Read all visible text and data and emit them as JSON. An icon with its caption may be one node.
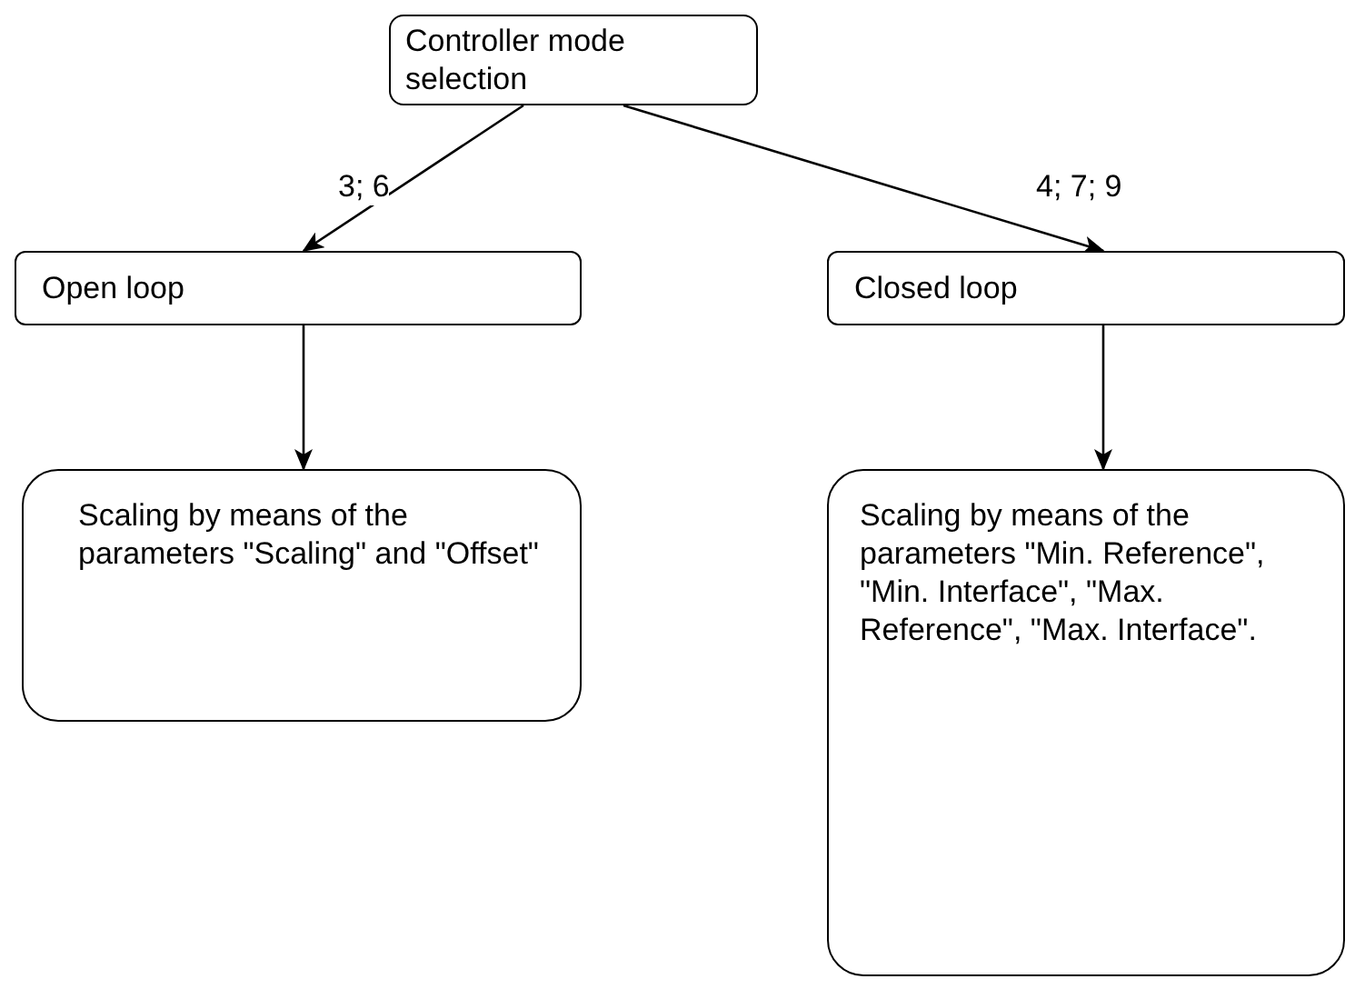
{
  "diagram": {
    "nodes": [
      {
        "text": [
          "Controller mode selection"
        ]
      },
      {
        "text": [
          "Open loop"
        ]
      },
      {
        "text": [
          "Closed loop"
        ]
      },
      {
        "text": [
          "Scaling by means of the parameters \"Scaling\" and \"Offset\""
        ]
      },
      {
        "text": [
          "Scaling by means of the parameters \"Min. Reference\", \"Min. Interface\", \"Max. Reference\", \"Max. Interface\"."
        ]
      }
    ],
    "edges": [
      {
        "from": 0,
        "to": 1,
        "arrow": "to",
        "label": "3; 6"
      },
      {
        "from": 0,
        "to": 2,
        "arrow": "to",
        "label": "4; 7; 9"
      },
      {
        "from": 1,
        "to": 3,
        "arrow": "to"
      },
      {
        "from": 2,
        "to": 4,
        "arrow": "to"
      }
    ]
  }
}
